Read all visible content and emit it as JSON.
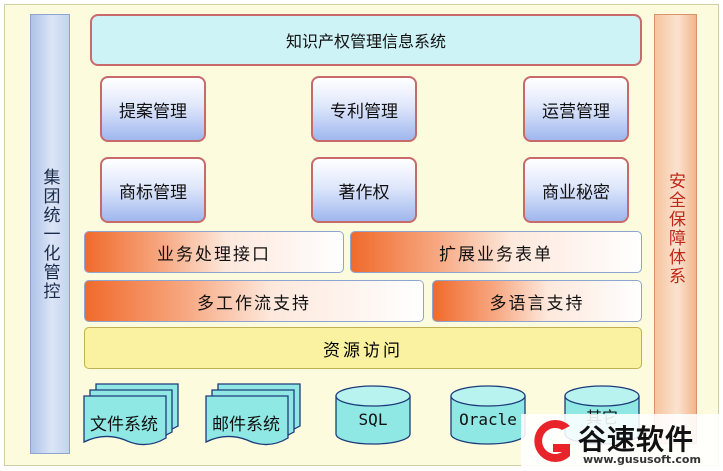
{
  "title": "知识产权管理信息系统",
  "left_sidebar": "集团统一化管控",
  "right_sidebar": "安全保障体系",
  "modules": [
    "提案管理",
    "专利管理",
    "运营管理",
    "商标管理",
    "著作权",
    "商业秘密"
  ],
  "interface_row": [
    "业务处理接口",
    "扩展业务表单"
  ],
  "support_row": [
    "多工作流支持",
    "多语言支持"
  ],
  "resource_bar": "资源访问",
  "storage": {
    "documents": [
      "文件系统",
      "邮件系统"
    ],
    "databases": [
      "SQL",
      "Oracle",
      "其它"
    ]
  },
  "watermark": {
    "brand": "谷速软件",
    "url": "www.gususoft.com",
    "accent_color": "#e8232a"
  }
}
